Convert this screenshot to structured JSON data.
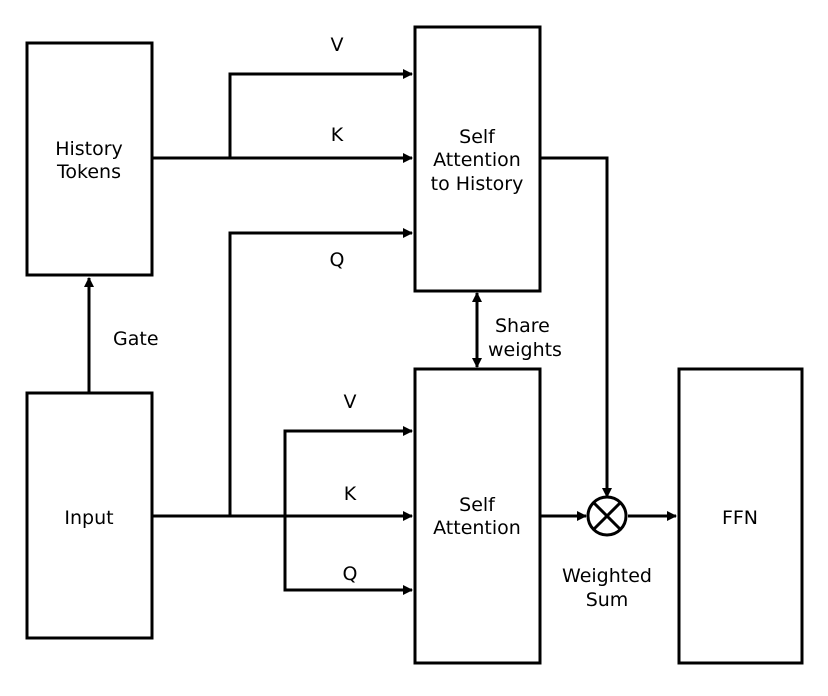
{
  "nodes": {
    "history_tokens": {
      "line1": "History",
      "line2": "Tokens"
    },
    "input": {
      "label": "Input"
    },
    "self_attention_history": {
      "line1": "Self",
      "line2": "Attention",
      "line3": "to History"
    },
    "self_attention": {
      "line1": "Self",
      "line2": "Attention"
    },
    "ffn": {
      "label": "FFN"
    }
  },
  "edge_labels": {
    "gate": "Gate",
    "history_v": "V",
    "history_k": "K",
    "history_q": "Q",
    "self_v": "V",
    "self_k": "K",
    "self_q": "Q",
    "share_line1": "Share",
    "share_line2": "weights",
    "weighted_line1": "Weighted",
    "weighted_line2": "Sum"
  },
  "colors": {
    "stroke": "#000000",
    "fill": "#ffffff"
  }
}
